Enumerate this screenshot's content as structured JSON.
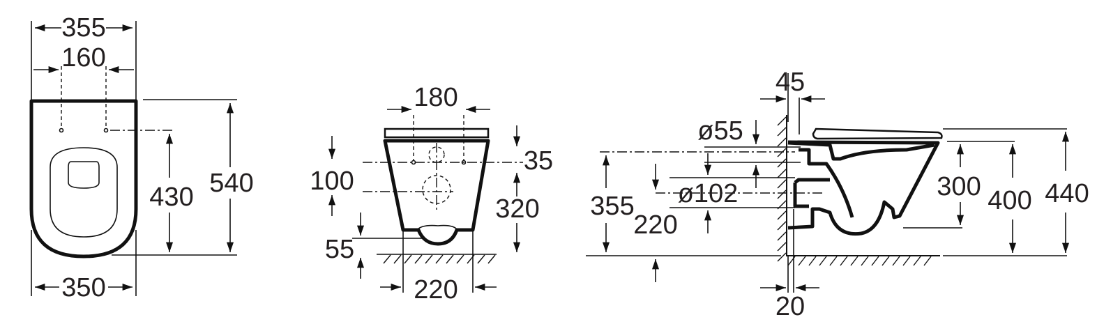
{
  "title": "Wall-hung toilet technical dimension drawing",
  "top_view": {
    "width_top": "355",
    "fixing_spacing": "160",
    "fixing_height": "430",
    "length": "540",
    "width_bottom": "350"
  },
  "front_view": {
    "fixing_spacing": "180",
    "fixing_vertical": "100",
    "fixing_offset": "35",
    "outlet_height": "320",
    "bottom_clearance": "55",
    "base_width": "220"
  },
  "side_view": {
    "wall_offset_top": "45",
    "inlet_diameter": "ø55",
    "inlet_height": "355",
    "outlet_height": "220",
    "outlet_diameter": "ø102",
    "bowl_height": "300",
    "rim_height": "400",
    "seat_height": "440",
    "wall_offset_bottom": "20"
  }
}
